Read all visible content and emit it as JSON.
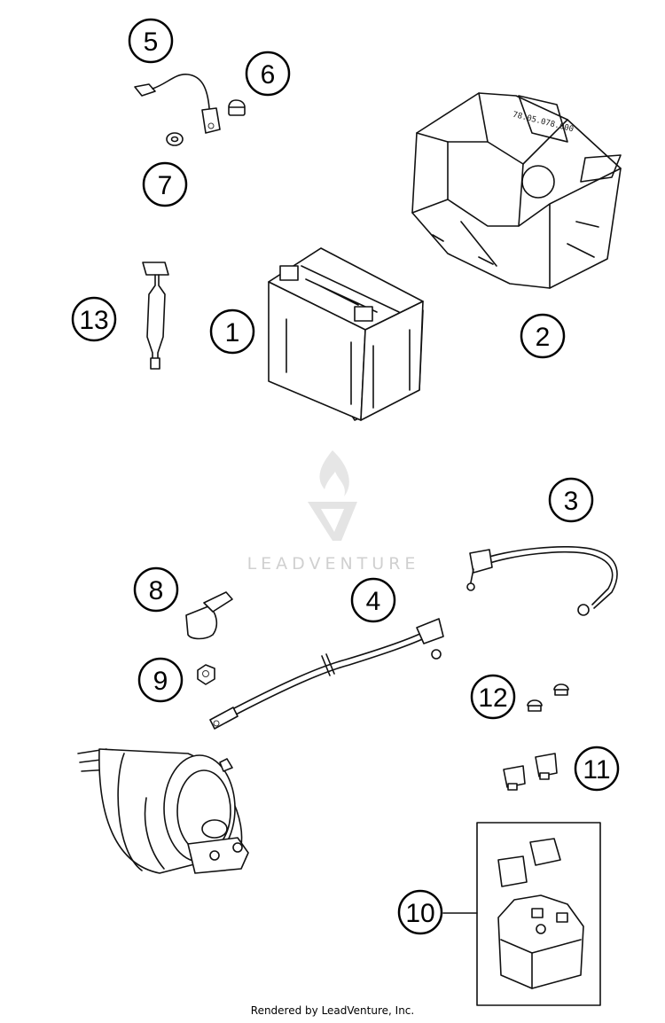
{
  "callouts": [
    {
      "label": "1"
    },
    {
      "label": "2"
    },
    {
      "label": "3"
    },
    {
      "label": "4"
    },
    {
      "label": "5"
    },
    {
      "label": "6"
    },
    {
      "label": "7"
    },
    {
      "label": "8"
    },
    {
      "label": "9"
    },
    {
      "label": "10"
    },
    {
      "label": "11"
    },
    {
      "label": "12"
    },
    {
      "label": "13"
    }
  ],
  "tray_marking": "78.05.078.000",
  "watermark": {
    "text": "LEADVENTURE",
    "icon": "flame-v-logo-icon"
  },
  "footer": {
    "text": "Rendered by LeadVenture, Inc."
  }
}
